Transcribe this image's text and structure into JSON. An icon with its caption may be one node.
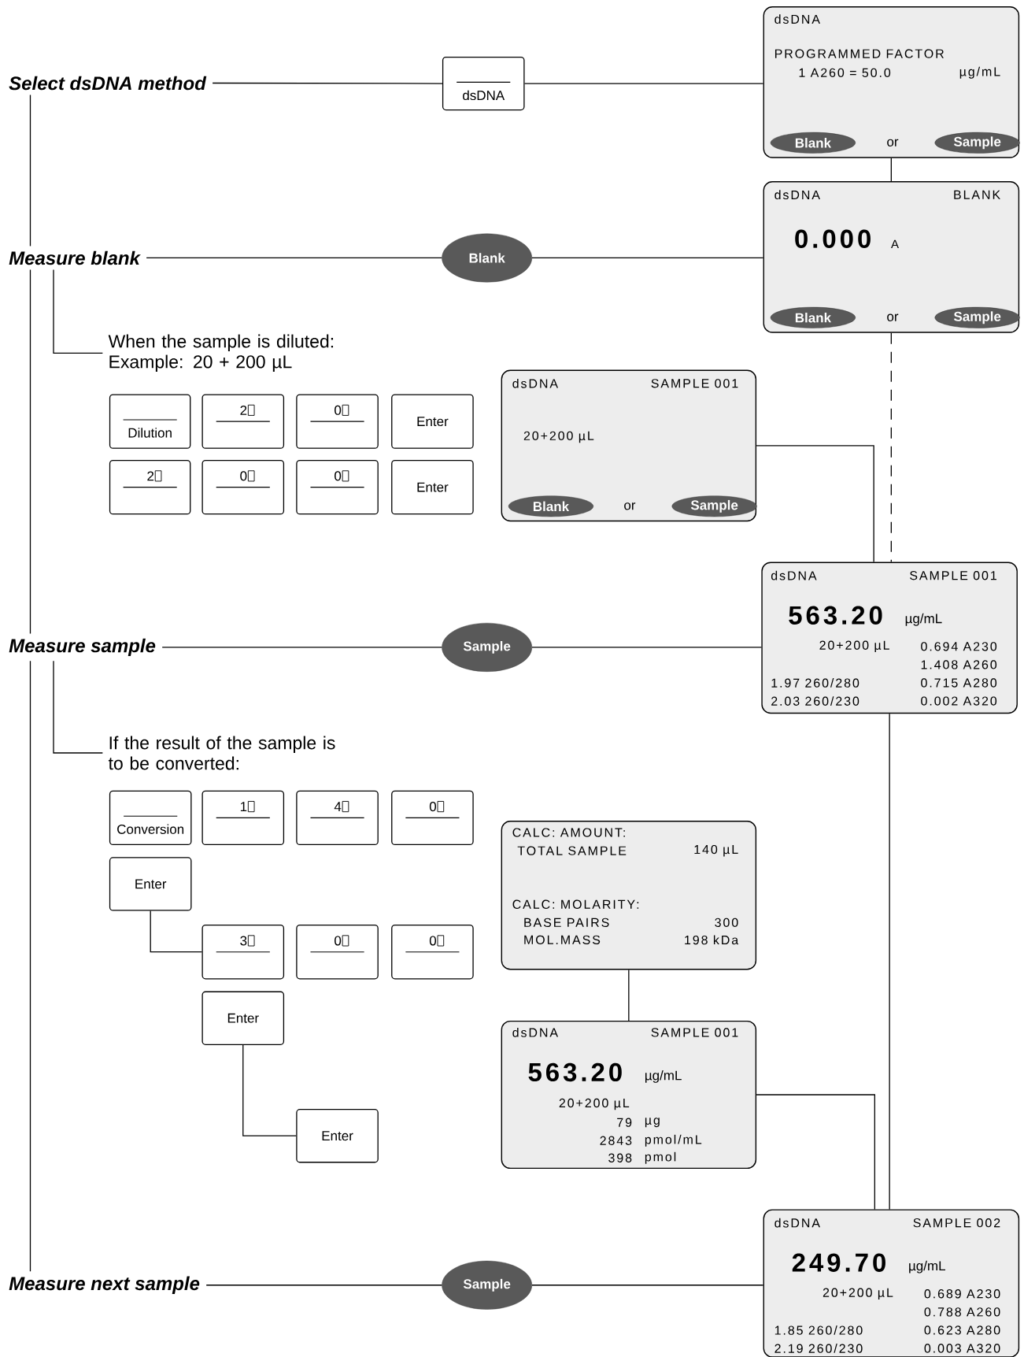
{
  "diagram": {
    "nodes": [
      {
        "text": [
          "Select dsDNA method"
        ]
      },
      {
        "text": [
          "dsDNA"
        ]
      },
      {
        "text": [
          "dsDNA",
          "PROGRAMMED FACTOR",
          "1  A260 = 50.0",
          "µg/mL",
          "or"
        ]
      },
      {
        "text": [
          "Blank"
        ],
        "in": 2
      },
      {
        "text": [
          "Sample"
        ],
        "in": 2
      },
      {
        "text": [
          "Measure blank"
        ]
      },
      {
        "text": [
          "Blank"
        ]
      },
      {
        "text": [
          "dsDNA",
          "BLANK",
          "0.000",
          "A",
          "or"
        ]
      },
      {
        "text": [
          "Blank"
        ],
        "in": 7
      },
      {
        "text": [
          "Sample"
        ],
        "in": 7
      },
      {
        "text": [
          "When the sample is diluted: Example: 20 + 200 µL"
        ]
      },
      {
        "text": [
          "Dilution"
        ]
      },
      {
        "text": [
          "2"
        ]
      },
      {
        "text": [
          "0"
        ]
      },
      {
        "text": [
          "Enter"
        ]
      },
      {
        "text": [
          "2"
        ]
      },
      {
        "text": [
          "0"
        ]
      },
      {
        "text": [
          "0"
        ]
      },
      {
        "text": [
          "Enter"
        ]
      },
      {
        "text": [
          "dsDNA",
          "SAMPLE 001",
          "20+200 µL",
          "or"
        ]
      },
      {
        "text": [
          "Blank"
        ],
        "in": 19
      },
      {
        "text": [
          "Sample"
        ],
        "in": 19
      },
      {
        "text": [
          "Measure sample"
        ]
      },
      {
        "text": [
          "Sample"
        ]
      },
      {
        "text": [
          "dsDNA",
          "SAMPLE 001",
          "563.20",
          "µg/mL",
          "20+200 µL",
          "0.694 A230",
          "1.408 A260",
          "0.715 A280",
          "0.002 A320",
          "1.97 260/280",
          "2.03 260/230"
        ]
      },
      {
        "text": [
          "If the result of the sample is to be converted:"
        ]
      },
      {
        "text": [
          "Conversion"
        ]
      },
      {
        "text": [
          "1"
        ]
      },
      {
        "text": [
          "4"
        ]
      },
      {
        "text": [
          "0"
        ]
      },
      {
        "text": [
          "Enter"
        ]
      },
      {
        "text": [
          "3"
        ]
      },
      {
        "text": [
          "0"
        ]
      },
      {
        "text": [
          "0"
        ]
      },
      {
        "text": [
          "Enter"
        ]
      },
      {
        "text": [
          "Enter"
        ]
      },
      {
        "text": [
          "CALC: AMOUNT:",
          "TOTAL SAMPLE",
          "140 µL",
          "CALC: MOLARITY:",
          "BASE PAIRS",
          "300",
          "MOL.MASS",
          "198 kDa"
        ]
      },
      {
        "text": [
          "dsDNA",
          "SAMPLE 001",
          "563.20",
          "µg/mL",
          "20+200 µL",
          "79",
          "µg",
          "2843",
          "pmol/mL",
          "398",
          "pmol"
        ]
      },
      {
        "text": [
          "Measure next sample"
        ]
      },
      {
        "text": [
          "Sample"
        ]
      },
      {
        "text": [
          "dsDNA",
          "SAMPLE 002",
          "249.70",
          "µg/mL",
          "20+200 µL",
          "0.689 A230",
          "0.788 A260",
          "0.623 A280",
          "0.003 A320",
          "1.85 260/280",
          "2.19 260/230"
        ]
      }
    ],
    "edges": [
      {
        "from": 0,
        "to": 1,
        "arrow": "none"
      },
      {
        "from": 1,
        "to": 2,
        "arrow": "none"
      },
      {
        "from": 2,
        "to": 7,
        "arrow": "none"
      },
      {
        "from": 5,
        "to": 6,
        "arrow": "none"
      },
      {
        "from": 6,
        "to": 7,
        "arrow": "none"
      },
      {
        "from": 0,
        "to": 5,
        "arrow": "none"
      },
      {
        "from": 5,
        "to": 10,
        "arrow": "none"
      },
      {
        "from": 7,
        "to": 24,
        "arrow": "none",
        "style": "dashed"
      },
      {
        "from": 19,
        "to": 24,
        "arrow": "none"
      },
      {
        "from": 22,
        "to": 23,
        "arrow": "none"
      },
      {
        "from": 23,
        "to": 24,
        "arrow": "none"
      },
      {
        "from": 5,
        "to": 22,
        "arrow": "none"
      },
      {
        "from": 22,
        "to": 25,
        "arrow": "none"
      },
      {
        "from": 30,
        "to": 31,
        "arrow": "none"
      },
      {
        "from": 34,
        "to": 35,
        "arrow": "none"
      },
      {
        "from": 36,
        "to": 37,
        "arrow": "none"
      },
      {
        "from": 37,
        "to": 40,
        "arrow": "none"
      },
      {
        "from": 24,
        "to": 40,
        "arrow": "none"
      },
      {
        "from": 38,
        "to": 39,
        "arrow": "none"
      },
      {
        "from": 39,
        "to": 40,
        "arrow": "none"
      },
      {
        "from": 22,
        "to": 38,
        "arrow": "none"
      }
    ]
  }
}
